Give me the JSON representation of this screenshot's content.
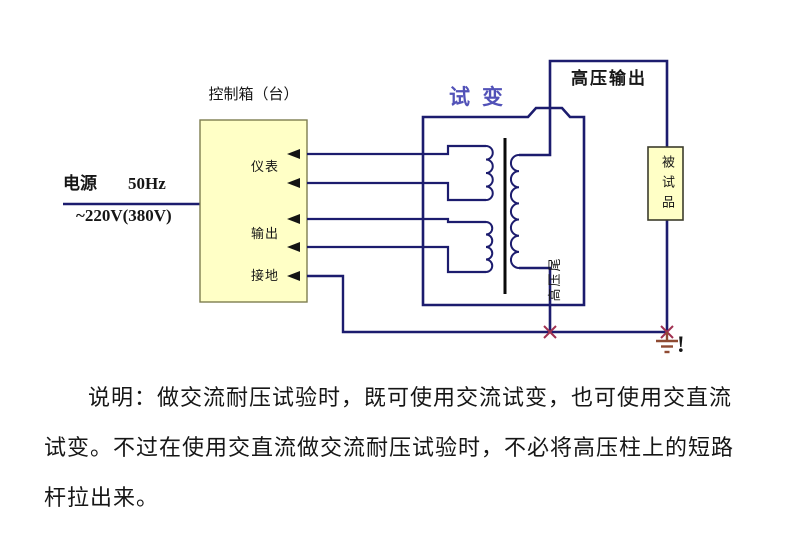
{
  "colors": {
    "wire": "#1c1c6e",
    "panel_fill": "#ffffc6",
    "panel_border": "#7d7d4f",
    "dut_border": "#3c3c2c",
    "junction_mark": "#a03050",
    "ground_symbol": "#8f4a32",
    "transformer_title": "#5252b8",
    "text": "#161616"
  },
  "power": {
    "source_label": "电源",
    "frequency": "50Hz",
    "voltage": "~220V(380V)"
  },
  "control_box": {
    "title": "控制箱（台）",
    "terminals": [
      {
        "label": "仪表"
      },
      {
        "label": "输出"
      },
      {
        "label": "接地"
      }
    ]
  },
  "transformer": {
    "title": "试变",
    "hv_tail_label": "高压尾"
  },
  "hv_output": {
    "label": "高压输出",
    "device_under_test": "被试品",
    "warning_mark": "!"
  },
  "description": {
    "line1": "说明：做交流耐压试验时，既可使用交流试变，也可使用交直流",
    "line2": "试变。不过在使用交直流做交流耐压试验时，不必将高压柱上的短路",
    "line3": "杆拉出来。"
  }
}
